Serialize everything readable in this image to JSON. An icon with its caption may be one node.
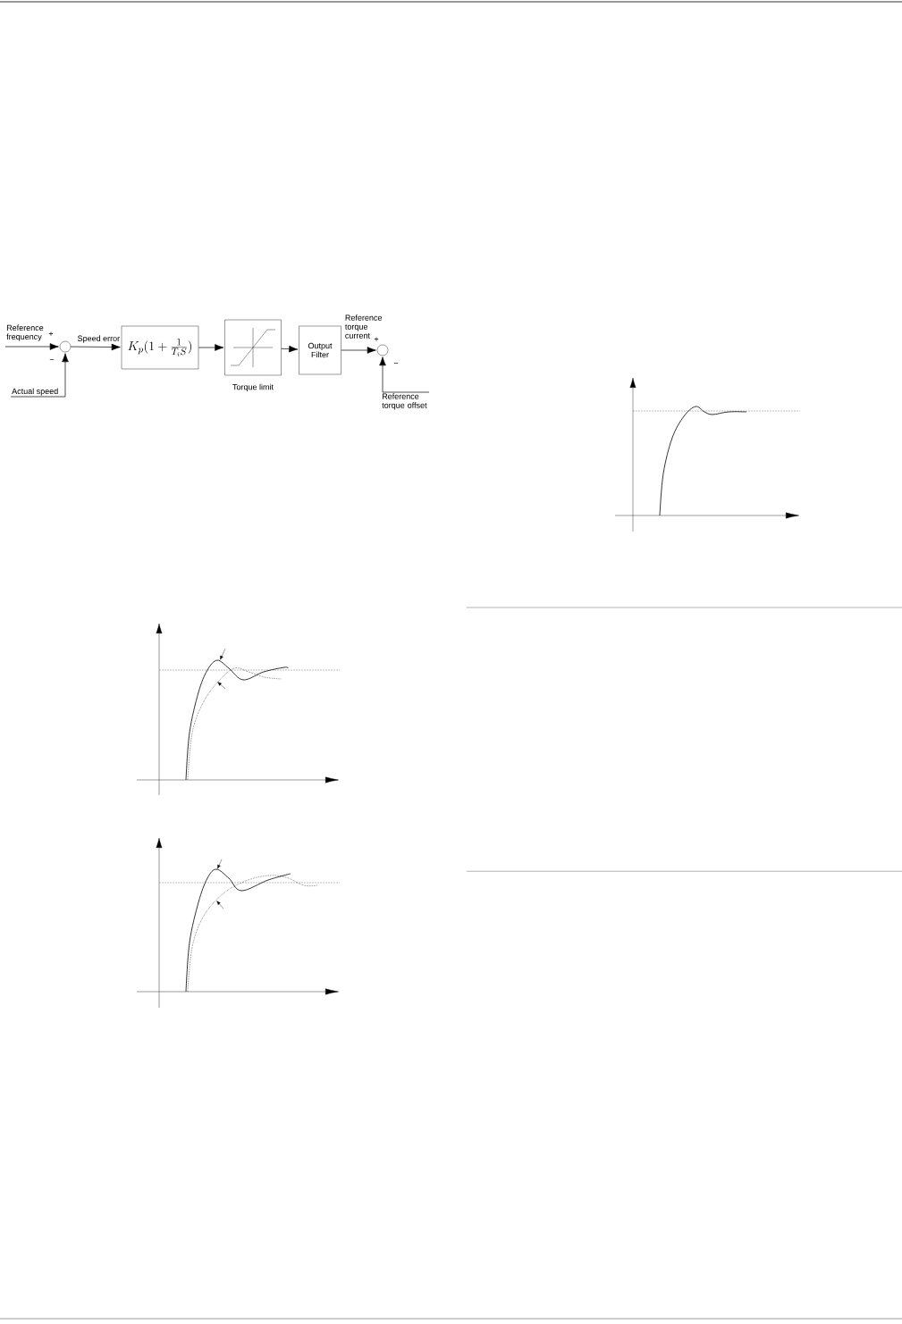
{
  "diagram": {
    "nodes": [
      {
        "text": [
          "Reference frequency"
        ]
      },
      {
        "text": [],
        "shape": "circle"
      },
      {
        "text": [
          "Actual speed"
        ]
      },
      {
        "text": [
          "K_{p}(1+ \\frac{1}{T_{i}S})"
        ]
      },
      {
        "text": [],
        "shape": "box",
        "beside": [
          "Torque limit"
        ]
      },
      {
        "text": [
          "Output Filter"
        ]
      },
      {
        "text": [],
        "shape": "circle"
      },
      {
        "text": [
          "Reference torque offset"
        ]
      }
    ],
    "edges": [
      {
        "from": 0,
        "to": 1,
        "arrow": "to"
      },
      {
        "from": 2,
        "to": 1,
        "arrow": "to"
      },
      {
        "from": 1,
        "to": 3,
        "arrow": "to",
        "label": "Speed error"
      },
      {
        "from": 3,
        "to": 4,
        "arrow": "to"
      },
      {
        "from": 4,
        "to": 5,
        "arrow": "to"
      },
      {
        "from": 5,
        "to": 6,
        "arrow": "to",
        "label": "Reference torque current"
      },
      {
        "from": 7,
        "to": 6,
        "arrow": "to"
      }
    ],
    "labels": [
      "+",
      "−",
      "+",
      "−"
    ]
  }
}
